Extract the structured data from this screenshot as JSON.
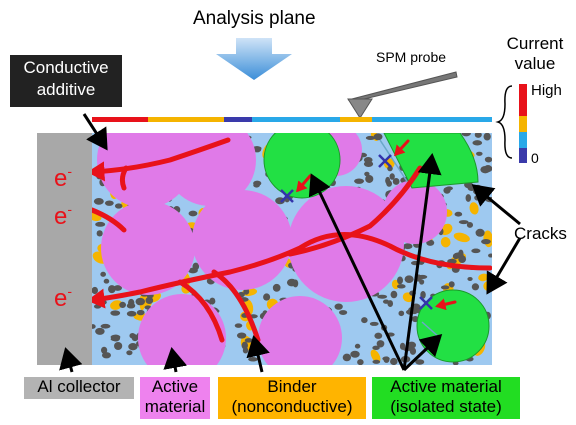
{
  "labels": {
    "analysis_plane": "Analysis plane",
    "spm_probe": "SPM probe",
    "current_value": "Current\nvalue",
    "high": "High",
    "zero": "0",
    "conductive_additive": "Conductive\nadditive",
    "cracks": "Cracks",
    "electron": "e",
    "electron_sup": "-"
  },
  "legend": [
    {
      "text": "Al collector",
      "color": "#b3b3b3"
    },
    {
      "text": "Active\nmaterial",
      "color": "#ee82ee"
    },
    {
      "text": "Binder\n(nonconductive)",
      "color": "#ffb400"
    },
    {
      "text": "Active material\n(isolated state)",
      "color": "#22dd22"
    }
  ],
  "colors": {
    "collector": "#a8a8a8",
    "active": "#e07ae8",
    "isolated": "#22e044",
    "binder": "#f5b400",
    "electrolyte": "#9ec9f0",
    "particle": "#555555",
    "path": "#e8121a",
    "marker": "#3333aa",
    "scale_high": "#e8121a",
    "scale_mid1": "#f5b400",
    "scale_mid2": "#29a8e8",
    "scale_low": "#3a3aaa"
  },
  "current_bar": [
    {
      "level": "high",
      "frac": 0.14
    },
    {
      "level": "mid1",
      "frac": 0.19
    },
    {
      "level": "low",
      "frac": 0.07
    },
    {
      "level": "mid2",
      "frac": 0.22
    },
    {
      "level": "mid1",
      "frac": 0.08
    },
    {
      "level": "mid2",
      "frac": 0.3
    }
  ]
}
